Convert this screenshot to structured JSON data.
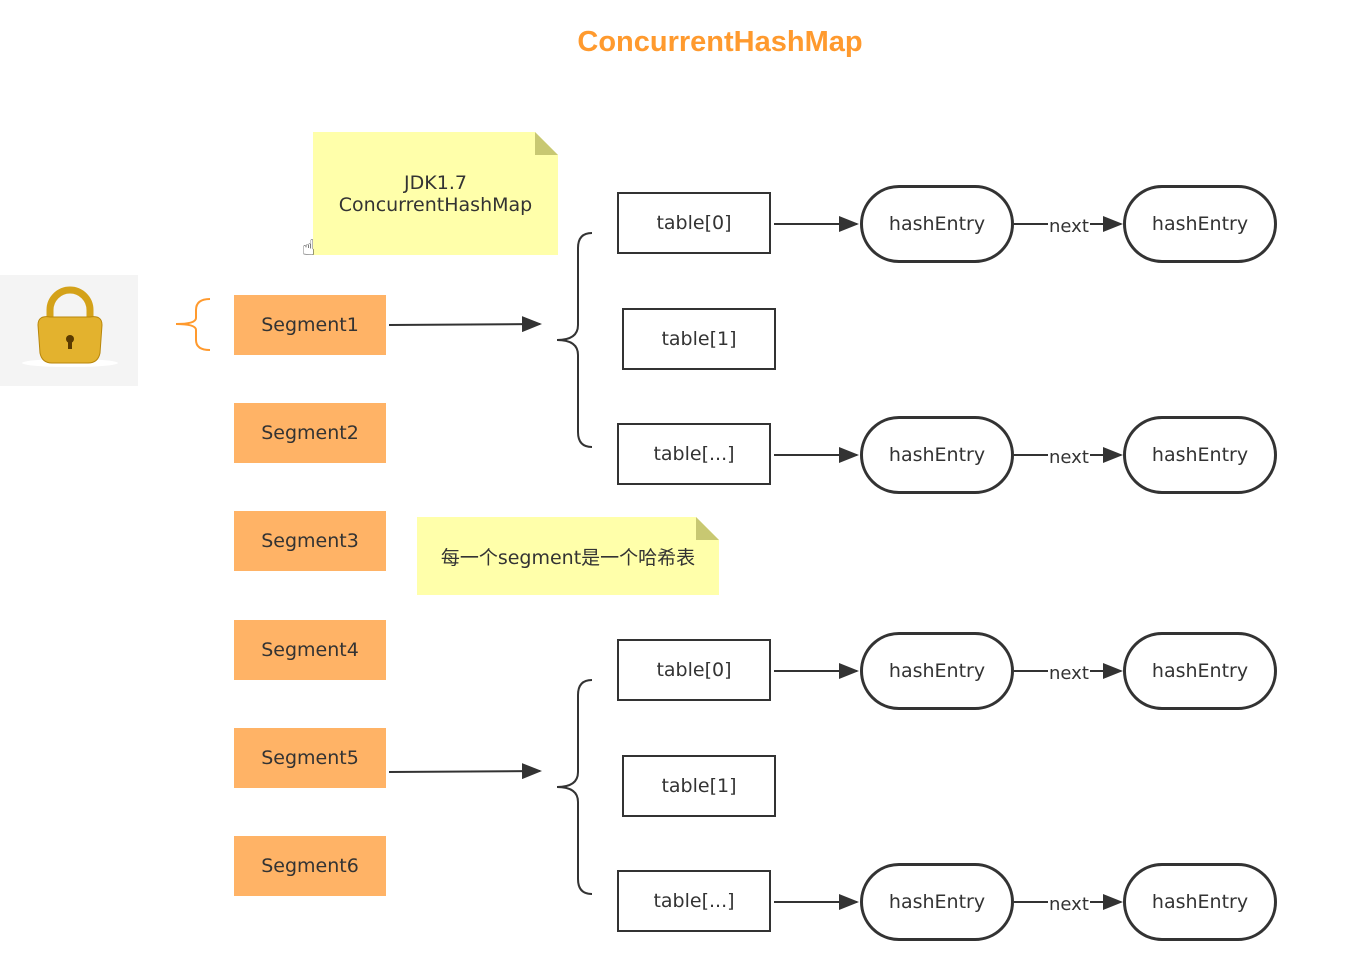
{
  "title": "ConcurrentHashMap",
  "note1": {
    "line1": "JDK1.7",
    "line2": "ConcurrentHashMap"
  },
  "note2": "每一个segment是一个哈希表",
  "segments": [
    "Segment1",
    "Segment2",
    "Segment3",
    "Segment4",
    "Segment5",
    "Segment6"
  ],
  "tables": [
    "table[0]",
    "table[1]",
    "table[...]"
  ],
  "entry": "hashEntry",
  "next": "next",
  "colors": {
    "title": "#FF9A2E",
    "segment": "#FFB366",
    "note": "#FFFFAA"
  }
}
